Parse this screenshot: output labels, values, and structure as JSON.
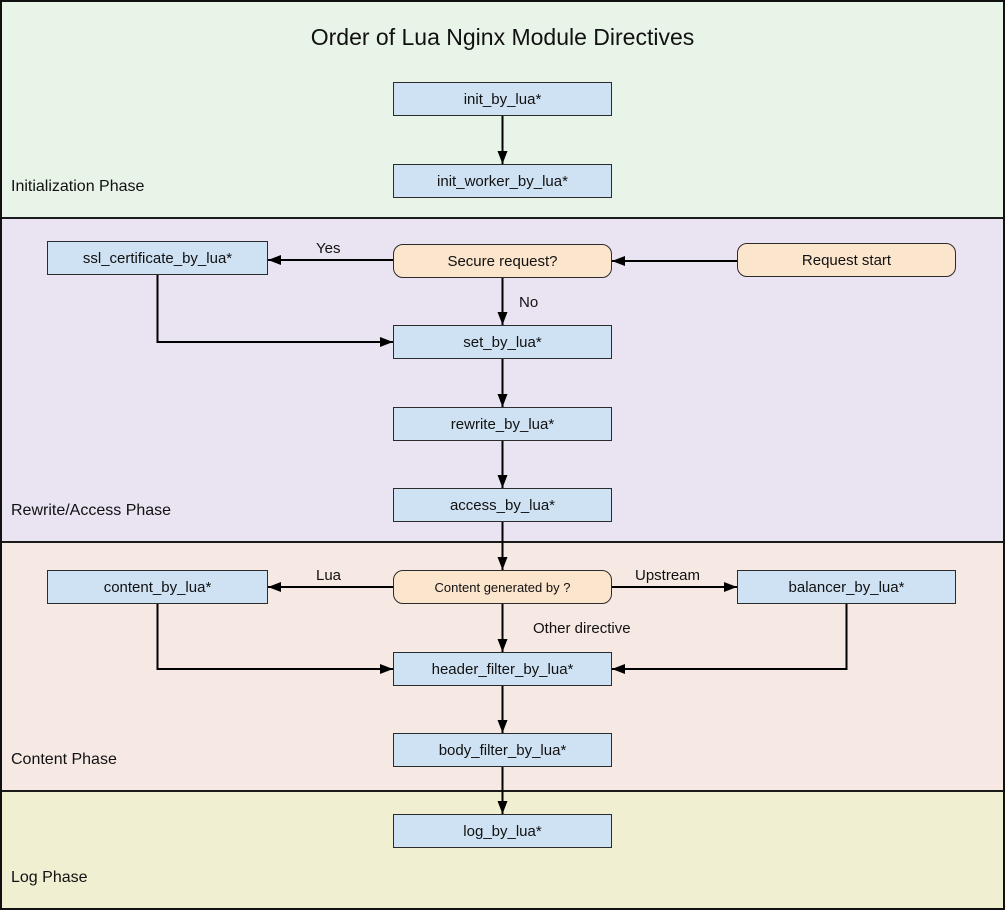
{
  "title": "Order of Lua Nginx Module Directives",
  "phases": {
    "init": {
      "label": "Initialization Phase"
    },
    "rewrite_access": {
      "label": "Rewrite/Access Phase"
    },
    "content": {
      "label": "Content Phase"
    },
    "log": {
      "label": "Log Phase"
    }
  },
  "nodes": {
    "init_by_lua": {
      "label": "init_by_lua*",
      "type": "directive"
    },
    "init_worker_by_lua": {
      "label": "init_worker_by_lua*",
      "type": "directive"
    },
    "ssl_certificate_by_lua": {
      "label": "ssl_certificate_by_lua*",
      "type": "directive"
    },
    "secure_request": {
      "label": "Secure request?",
      "type": "decision"
    },
    "request_start": {
      "label": "Request start",
      "type": "start"
    },
    "set_by_lua": {
      "label": "set_by_lua*",
      "type": "directive"
    },
    "rewrite_by_lua": {
      "label": "rewrite_by_lua*",
      "type": "directive"
    },
    "access_by_lua": {
      "label": "access_by_lua*",
      "type": "directive"
    },
    "content_by_lua": {
      "label": "content_by_lua*",
      "type": "directive"
    },
    "content_generated_by": {
      "label": "Content generated by ?",
      "type": "decision"
    },
    "balancer_by_lua": {
      "label": "balancer_by_lua*",
      "type": "directive"
    },
    "header_filter_by_lua": {
      "label": "header_filter_by_lua*",
      "type": "directive"
    },
    "body_filter_by_lua": {
      "label": "body_filter_by_lua*",
      "type": "directive"
    },
    "log_by_lua": {
      "label": "log_by_lua*",
      "type": "directive"
    }
  },
  "edge_labels": {
    "yes": "Yes",
    "no": "No",
    "lua": "Lua",
    "upstream": "Upstream",
    "other_directive": "Other directive"
  },
  "colors": {
    "phase_init_bg": "#e9f4e9",
    "phase_rewrite_access_bg": "#eae3f2",
    "phase_content_bg": "#f6e9e4",
    "phase_log_bg": "#f1efd2",
    "directive_box_fill": "#cfe2f3",
    "decision_box_fill": "#fce5cd",
    "box_border": "#2b2b2b",
    "arrow": "#000000",
    "text": "#111111"
  }
}
